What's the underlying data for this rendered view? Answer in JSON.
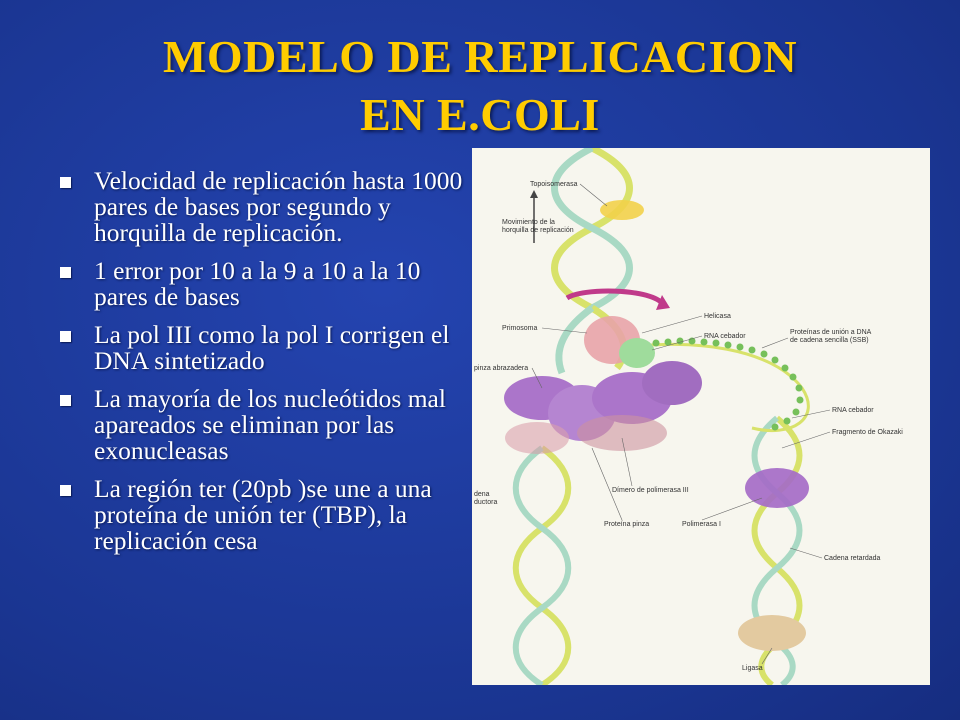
{
  "slide": {
    "title_line1": "MODELO DE REPLICACION",
    "title_line2": "EN E.COLI",
    "bullets": [
      "Velocidad de replicación hasta 1000 pares de bases por segundo y horquilla de replicación.",
      "1 error por 10 a la 9 a 10 a la 10 pares de bases",
      "La pol III como la pol I corrigen el DNA sintetizado",
      "La mayoría de los nucleótidos mal apareados se eliminan por las exonucleasas",
      "La región ter (20pb )se une a una proteína de unión ter (TBP), la replicación cesa"
    ]
  },
  "figure": {
    "labels": {
      "topoisomerasa": "Topoisomerasa",
      "movimiento_1": "Movimiento de la",
      "movimiento_2": "horquilla de replicación",
      "helicasa": "Helicasa",
      "primosoma": "Primosoma",
      "rna_cebador_top": "RNA cebador",
      "ssb_1": "Proteínas de unión a DNA",
      "ssb_2": "de cadena sencilla (SSB)",
      "pinza_abrazadera": "pinza abrazadera",
      "rna_cebador_right": "RNA cebador",
      "okazaki": "Fragmento de Okazaki",
      "dimero": "Dímero de polimerasa III",
      "cadena_conductora_1": "dena",
      "cadena_conductora_2": "ductora",
      "proteina_pinza": "Proteína pinza",
      "polimerasa_1": "Polimerasa I",
      "cadena_retardada": "Cadena retardada",
      "ligasa": "Ligasa"
    },
    "colors": {
      "dna_strand_a": "#d8e26a",
      "dna_strand_b": "#a9d9c4",
      "protein_purple": "#a56bc7",
      "primase_pink": "#e8a4a8",
      "helicase_green": "#9fdc9c",
      "ssb_green": "#76c05a",
      "topo_yellow": "#f2d24a",
      "ligase_tan": "#e3caa0"
    }
  }
}
